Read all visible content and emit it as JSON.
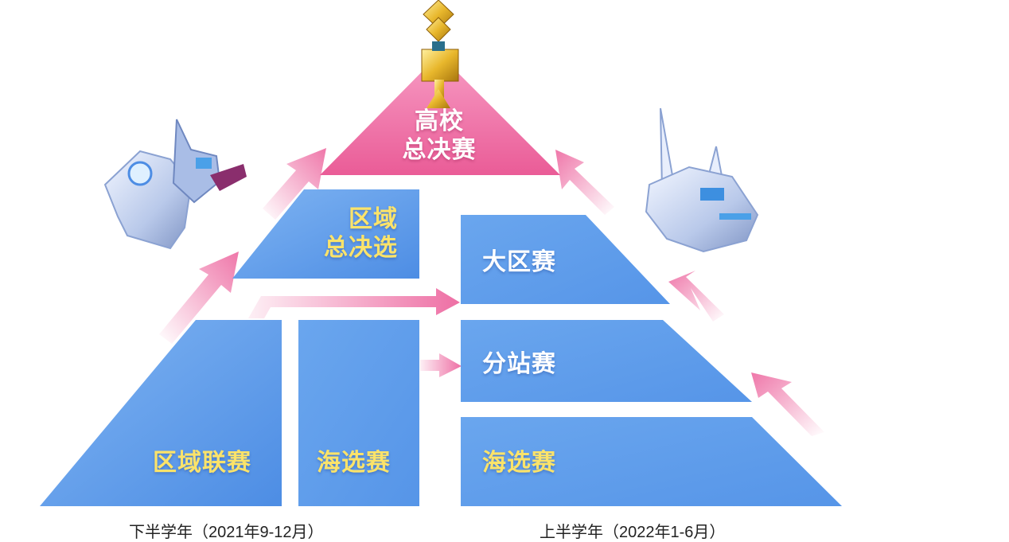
{
  "pyramid": {
    "top": {
      "line1": "高校",
      "line2": "总决赛"
    },
    "left": {
      "regional_final": {
        "line1": "区域",
        "line2": "总决选"
      },
      "league": "区域联赛",
      "audition": "海选赛"
    },
    "right": {
      "region": "大区赛",
      "station": "分站赛",
      "audition": "海选赛"
    }
  },
  "captions": {
    "left": "下半学年（2021年9-12月）",
    "right": "上半学年（2022年1-6月）"
  },
  "colors": {
    "top_pink": "#ef6fa6",
    "tier_blue": "#5d9be8",
    "arrow_pink": "#ec5f9a",
    "label_yellow": "#fbe36a",
    "trophy_gold": "#e8b72c"
  },
  "icons": [
    "trophy-icon",
    "robot-left-icon",
    "robot-right-icon"
  ]
}
